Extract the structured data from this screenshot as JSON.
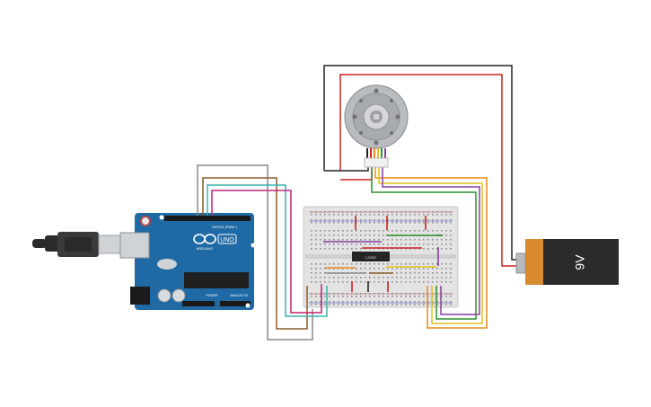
{
  "arduino": {
    "brand": "ARDUINO",
    "model": "UNO",
    "header_digital": "DIGITAL (PWM~)",
    "header_power": "POWER",
    "header_analog": "ANALOG IN"
  },
  "driver_chip": {
    "label": "L293D"
  },
  "battery": {
    "label": "9V"
  },
  "colors": {
    "arduino_board": "#1f6aa5",
    "breadboard": "#e3e3e3",
    "battery_body": "#2b2b2b",
    "battery_cap": "#d88a2e",
    "wire_black": "#222222",
    "wire_red": "#cc2222",
    "wire_orange": "#e98a1a",
    "wire_yellow": "#e3c21a",
    "wire_green": "#2f8f2f",
    "wire_purple": "#8a3fa0",
    "wire_gray": "#8a8a8a",
    "wire_brown": "#8b5a2b",
    "wire_teal": "#38b2b2",
    "wire_magenta": "#c0257a"
  }
}
